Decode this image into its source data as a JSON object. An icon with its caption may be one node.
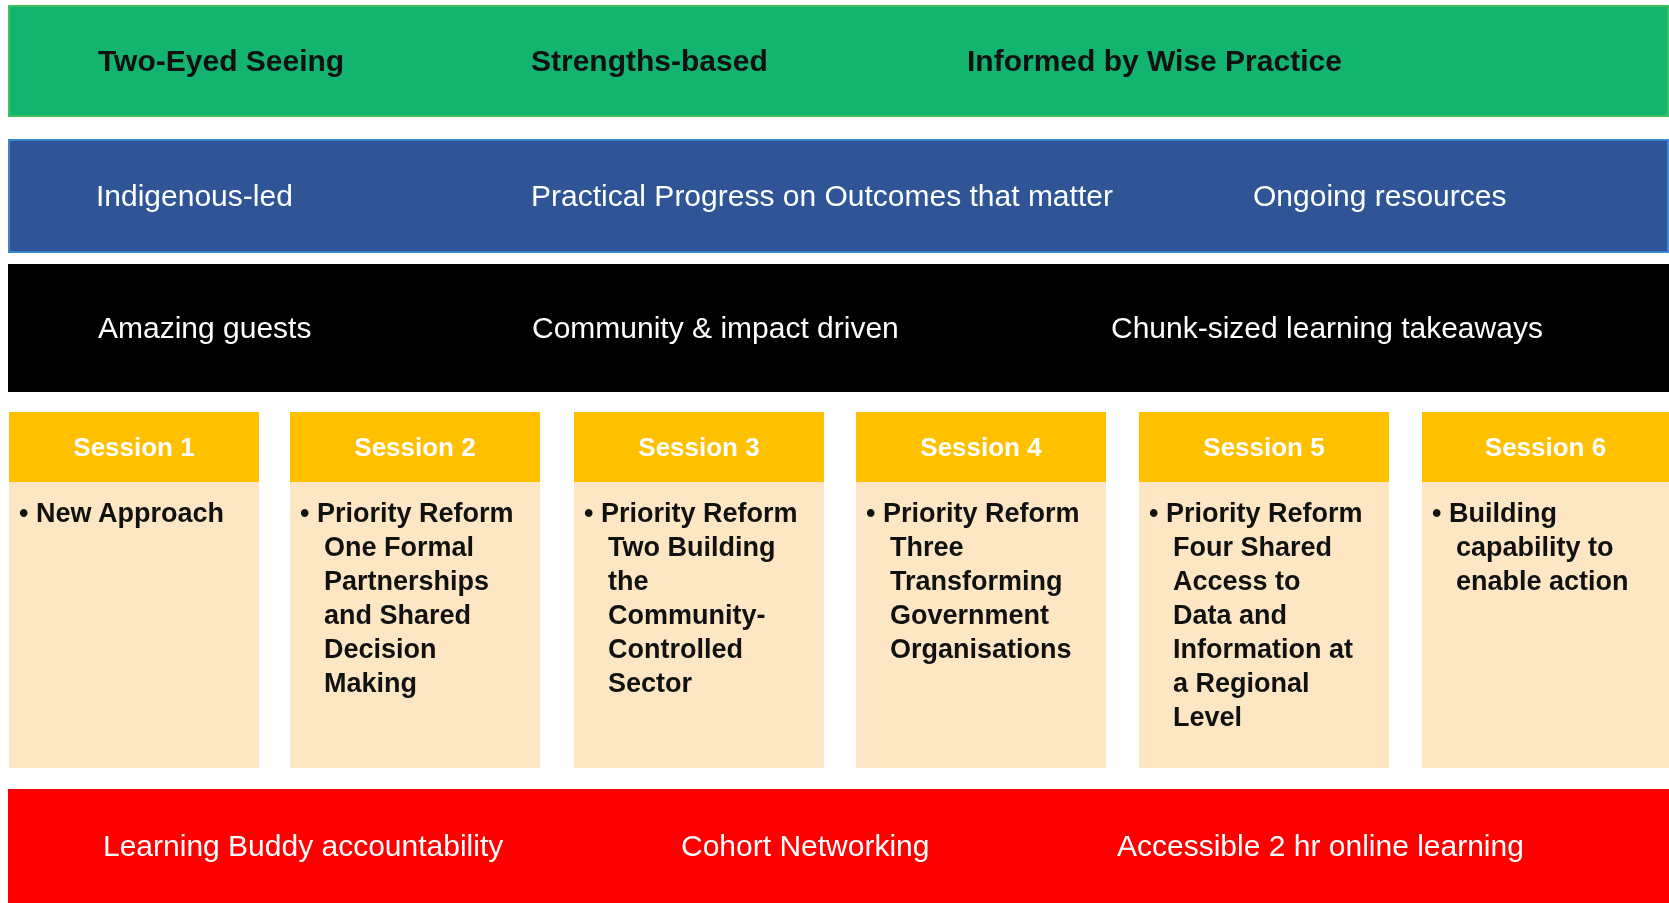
{
  "diagram": {
    "nodes": [
      {
        "text": [
          "Two-Eyed Seeing",
          "Strengths-based",
          "Informed by Wise Practice"
        ]
      },
      {
        "text": [
          "Indigenous-led",
          "Practical Progress on Outcomes that matter",
          "Ongoing resources"
        ]
      },
      {
        "text": [
          "Amazing guests",
          "Community & impact driven",
          "Chunk-sized learning takeaways"
        ]
      },
      {
        "text": [
          "Session 1",
          "• New Approach"
        ]
      },
      {
        "text": [
          "Session 2",
          "• Priority Reform One Formal Partnerships and Shared Decision Making"
        ]
      },
      {
        "text": [
          "Session 3",
          "• Priority Reform Two Building the Community-Controlled Sector"
        ]
      },
      {
        "text": [
          "Session 4",
          "• Priority Reform Three Transforming Government Organisations"
        ]
      },
      {
        "text": [
          "Session 5",
          "• Priority Reform Four Shared Access to Data and Information at a Regional Level"
        ]
      },
      {
        "text": [
          "Session 6",
          "• Building capability to enable action"
        ]
      },
      {
        "text": [
          "Learning Buddy accountability",
          "Cohort Networking",
          "Accessible 2 hr online learning"
        ]
      }
    ]
  }
}
